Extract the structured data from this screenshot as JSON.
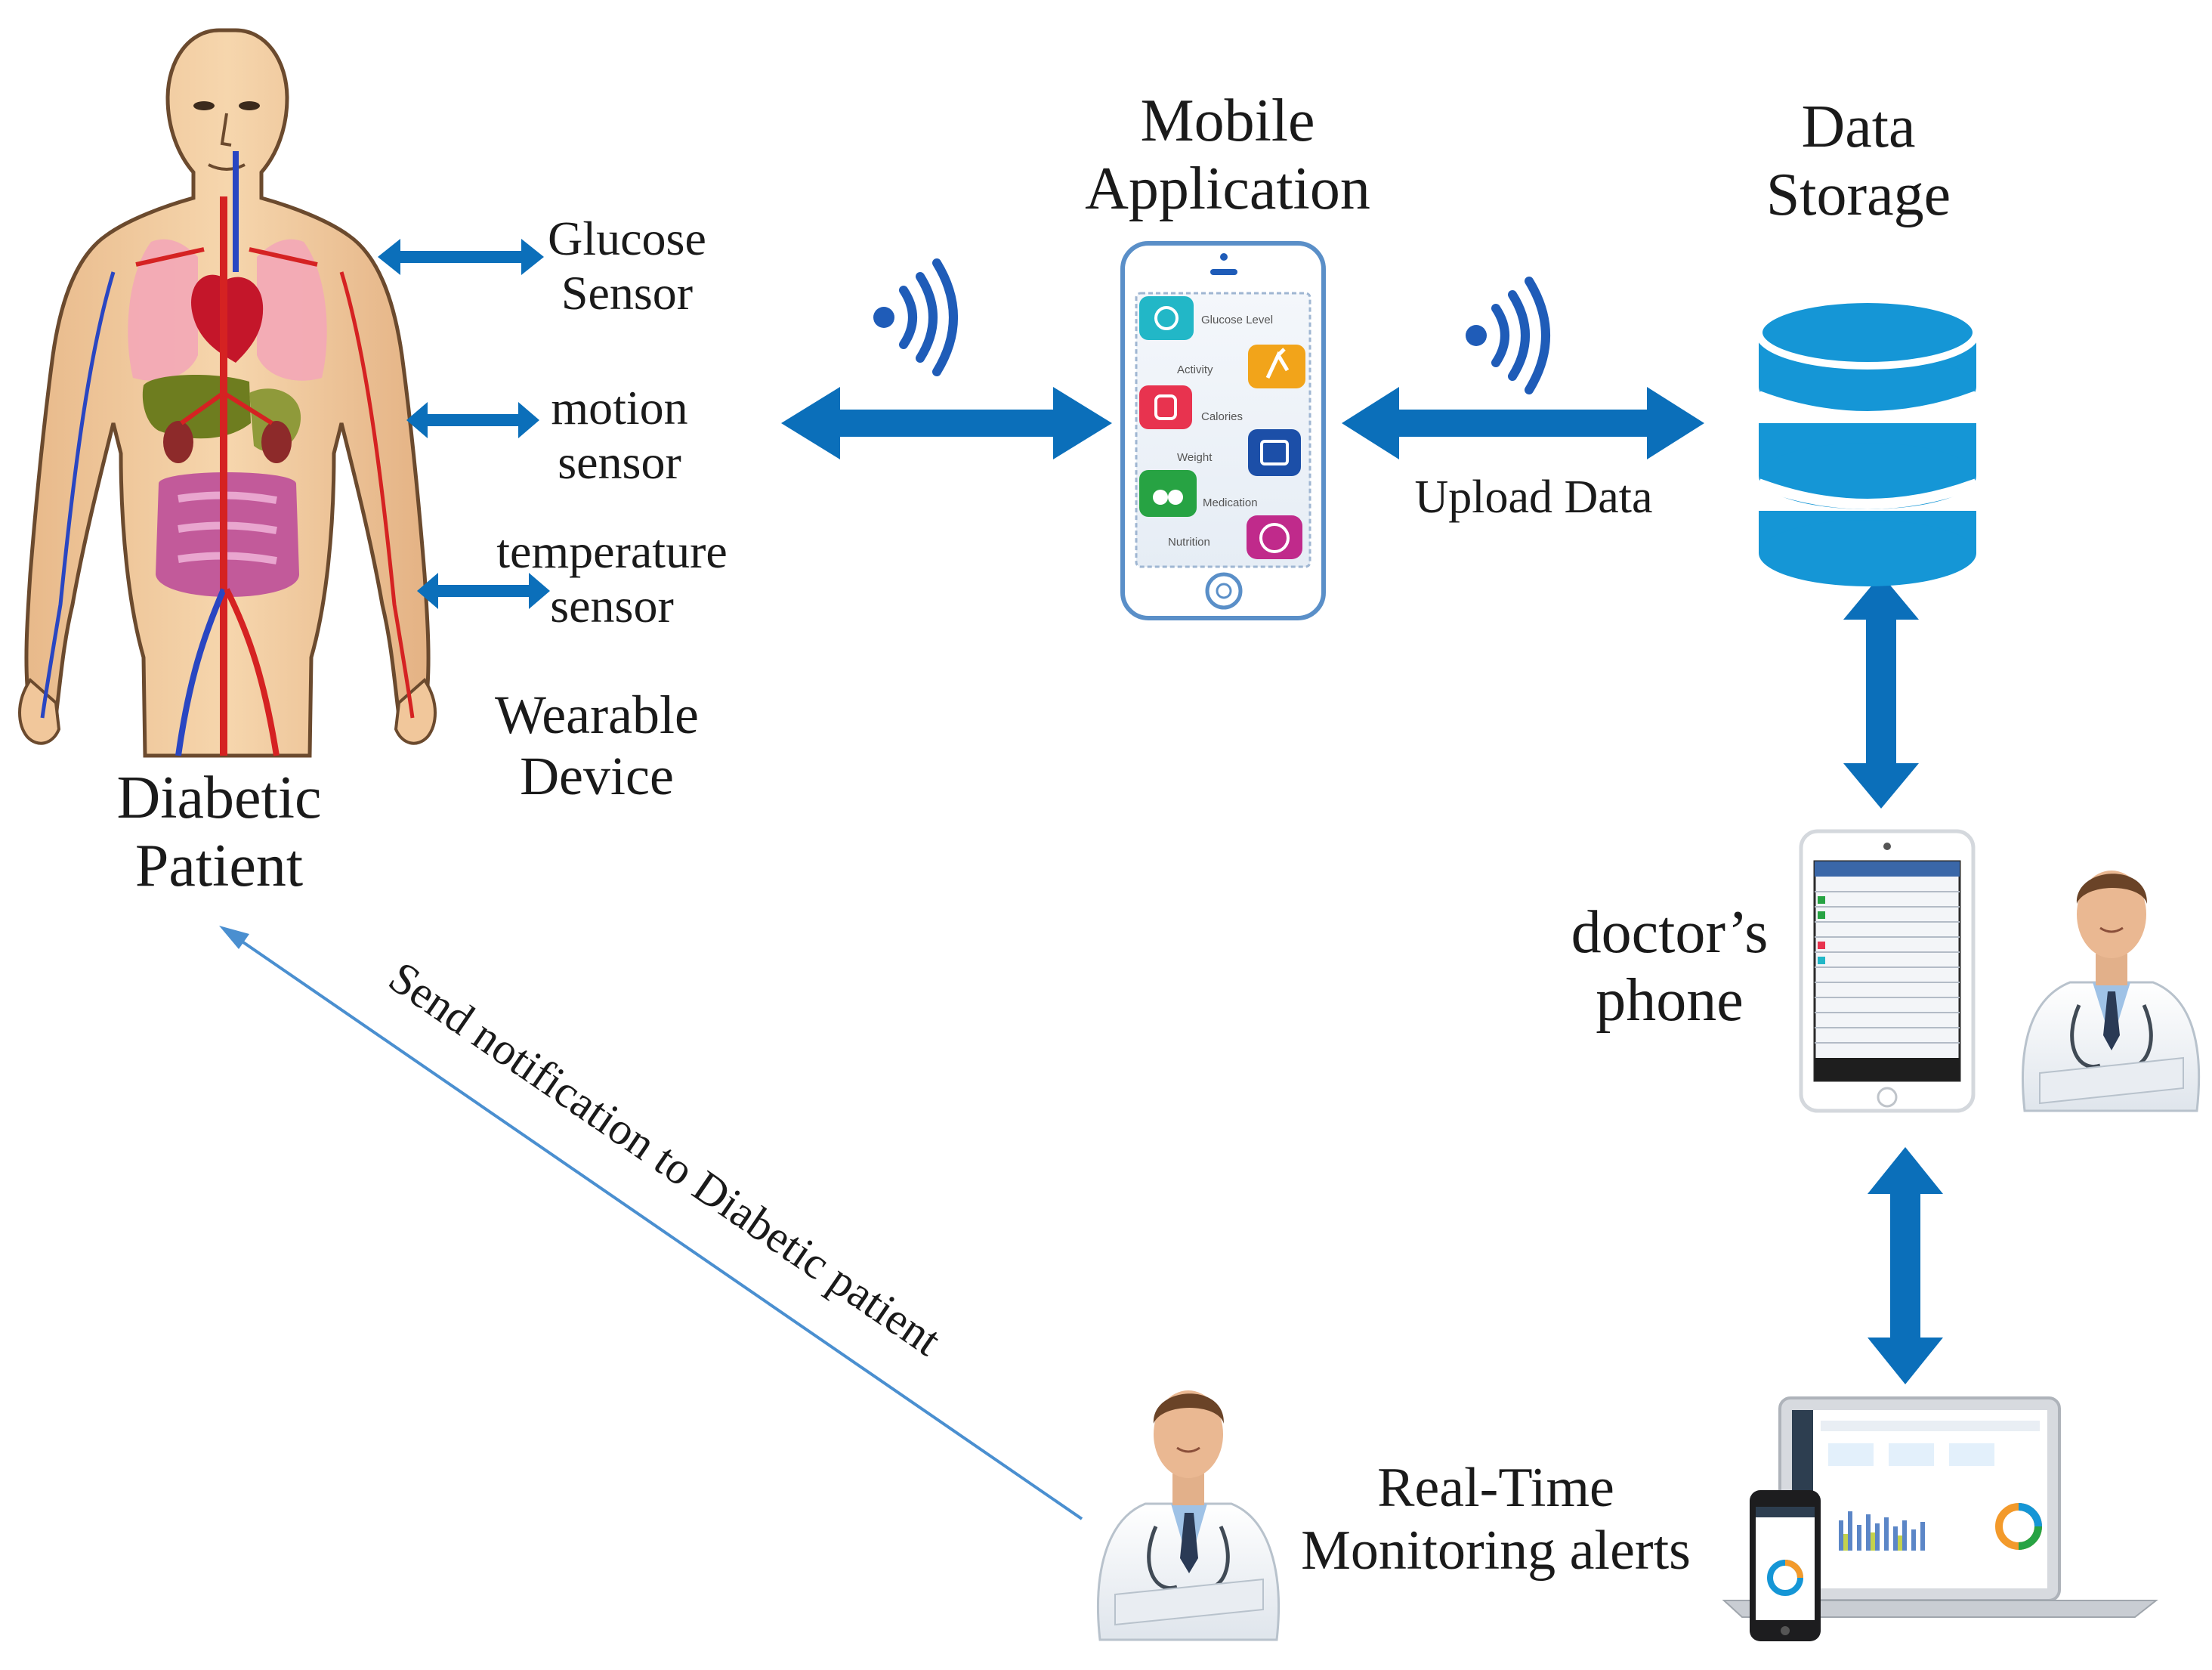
{
  "colors": {
    "arrow": "#0b6fba",
    "storage": "#1596d6",
    "notification_line": "#4a8fd0",
    "wifi": "#1f5cb8",
    "phone_outline": "#5a8fc8"
  },
  "patient": {
    "lines": [
      "Diabetic",
      "Patient"
    ]
  },
  "sensors": {
    "glucose": [
      "Glucose",
      "Sensor"
    ],
    "motion": [
      "motion",
      "sensor"
    ],
    "temperature": [
      "temperature",
      "sensor"
    ],
    "wearable": [
      "Wearable",
      "Device"
    ]
  },
  "mobile_app": {
    "title": [
      "Mobile",
      "Application"
    ],
    "screen_items": [
      "Glucose Level",
      "Activity",
      "Calories",
      "Weight",
      "Medication",
      "Nutrition"
    ]
  },
  "data_storage": {
    "title": [
      "Data",
      "Storage"
    ]
  },
  "upload_label": "Upload Data",
  "doctor_phone": {
    "lines": [
      "doctor’s",
      "phone"
    ]
  },
  "monitoring": {
    "lines": [
      "Real-Time",
      "Monitoring alerts"
    ]
  },
  "notification": {
    "label": "Send notification to Diabetic patient"
  },
  "icons": {
    "body": "human-anatomy-icon",
    "wifi": "wireless-signal-icon",
    "phone": "smartphone-icon",
    "database": "database-icon",
    "doctor": "doctor-icon",
    "laptop": "laptop-dashboard-icon"
  }
}
